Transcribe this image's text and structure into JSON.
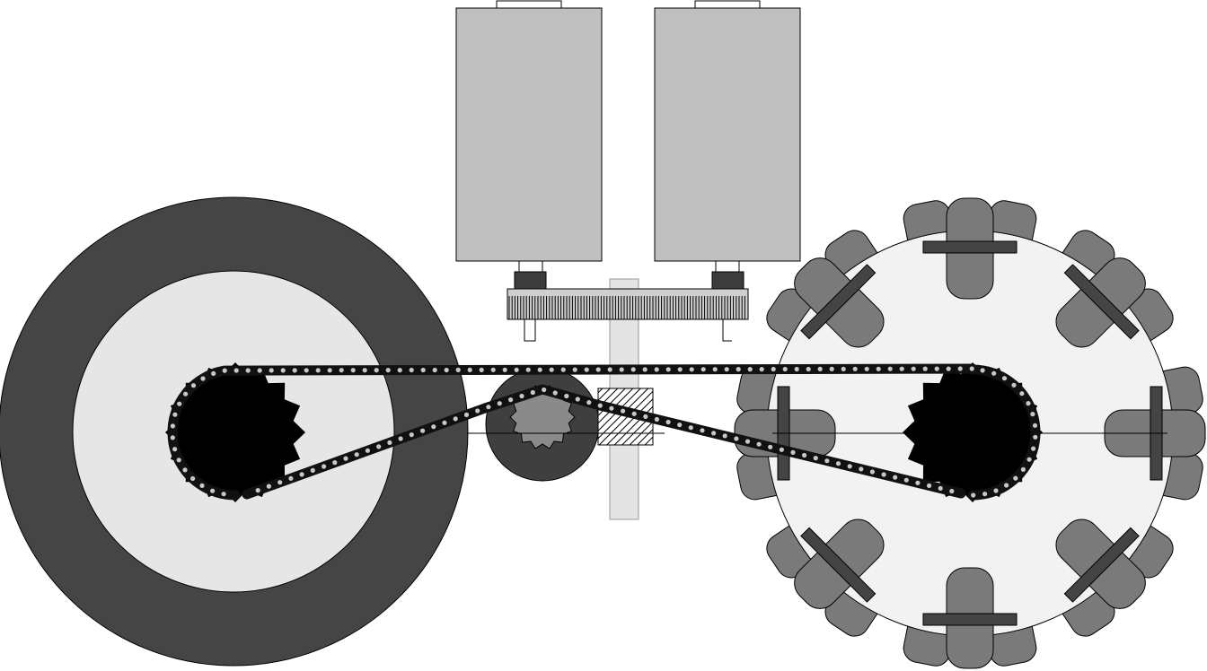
{
  "colors": {
    "background": "#ffffff",
    "tire": "#454545",
    "hub": "#e6e6e6",
    "motor_body": "#c0c0c0",
    "motor_pinion": "#3c3c3c",
    "rack": "#cfcfcf",
    "shaft": "#e4e4e4",
    "idler_disk": "#3f3f3f",
    "idler_gear": "#8a8a8a",
    "sprocket": "#000000",
    "chain": "#111111",
    "chain_pin": "#c8c8c8",
    "omni_disk": "#f2f2f2",
    "omni_roller": "#7a7a7a",
    "omni_bracket": "#444444"
  },
  "components": {
    "drive_wheel": {
      "kind": "solid wheel"
    },
    "omni_wheel": {
      "kind": "omni wheel",
      "roller_count": 16
    },
    "motors": {
      "count": 2
    },
    "sprockets": {
      "drive_teeth": 16,
      "omni_teeth": 16,
      "idler_teeth": 14
    }
  }
}
